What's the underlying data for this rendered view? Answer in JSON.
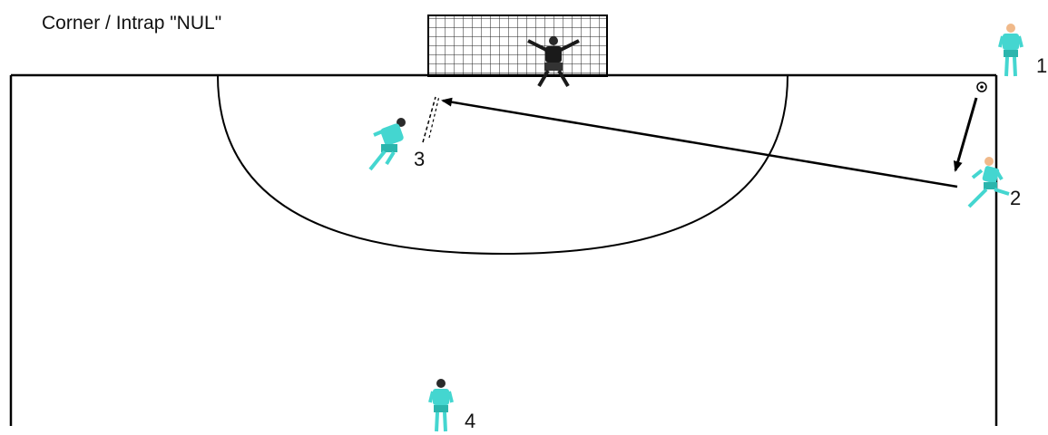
{
  "title": "Corner / Intrap \"NUL\"",
  "colors": {
    "line": "#000000",
    "player_shirt": "#44d6d0",
    "player_shorts": "#2bb5ad",
    "player_skin": "#f0b98a",
    "goalkeeper": "#1a1a1a",
    "net": "#222222"
  },
  "players": [
    {
      "number": "1"
    },
    {
      "number": "2"
    },
    {
      "number": "3"
    },
    {
      "number": "4"
    }
  ]
}
